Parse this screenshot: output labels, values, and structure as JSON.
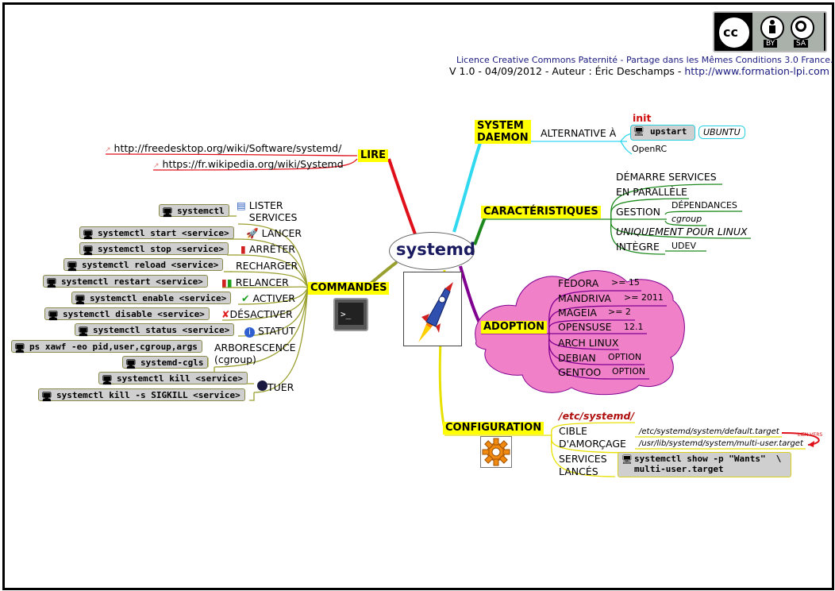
{
  "header": {
    "license_line": "Licence Creative Commons Paternité - Partage dans les Mêmes Conditions 3.0 France.",
    "version_line": "V 1.0 - 04/09/2012 - Auteur : Éric Deschamps - ",
    "version_link": "http://www.formation-lpi.com",
    "badge_by": "BY",
    "badge_sa": "SA",
    "badge_cc": "cc"
  },
  "center": {
    "title": "systemd"
  },
  "lire": {
    "label": "LIRE",
    "links": [
      "http://freedesktop.org/wiki/Software/systemd/",
      "https://fr.wikipedia.org/wiki/Systemd"
    ]
  },
  "commandes": {
    "label": "COMMANDES",
    "items": [
      {
        "cmd": "systemctl",
        "action": "LISTER\nSERVICES",
        "action_icon": "list-icon"
      },
      {
        "cmd": "systemctl start <service>",
        "action": "LANCER",
        "action_icon": "rocket-icon"
      },
      {
        "cmd": "systemctl stop <service>",
        "action": "ARRÊTER",
        "action_icon": "traffic-light-red-icon"
      },
      {
        "cmd": "systemctl reload <service>",
        "action": "RECHARGER",
        "action_icon": ""
      },
      {
        "cmd": "systemctl restart <service>",
        "action": "RELANCER",
        "action_icon": "traffic-lights-icon"
      },
      {
        "cmd": "systemctl enable <service>",
        "action": "ACTIVER",
        "action_icon": "check-icon"
      },
      {
        "cmd": "systemctl disable <service>",
        "action": "DÉSACTIVER",
        "action_icon": "cross-icon"
      },
      {
        "cmd": "systemctl status <service>",
        "action": "STATUT",
        "action_icon": "info-icon"
      },
      {
        "cmd": "ps xawf -eo pid,user,cgroup,args",
        "action": "ARBORESCENCE\n(cgroup)",
        "action_icon": ""
      },
      {
        "cmd": "systemd-cgls",
        "action": "",
        "action_icon": ""
      },
      {
        "cmd": "systemctl kill <service>",
        "action": "TUER",
        "action_icon": "bomb-icon"
      },
      {
        "cmd": "systemctl kill -s SIGKILL <service>",
        "action": "",
        "action_icon": ""
      }
    ]
  },
  "system_daemon": {
    "label_line1": "SYSTEM",
    "label_line2": "DAEMON",
    "alternative": "ALTERNATIVE À",
    "init_label": "init",
    "upstart": "upstart",
    "ubuntu": "UBUNTU",
    "openrc": "OpenRC"
  },
  "caracteristiques": {
    "label": "CARACTÉRISTIQUES",
    "demarre": "DÉMARRE SERVICES",
    "parallele": "EN PARALLÈLE",
    "gestion": "GESTION",
    "dependances": "DÉPENDANCES",
    "cgroup": "cgroup",
    "linux": "UNIQUEMENT POUR LINUX",
    "integre": "INTÈGRE",
    "udev": "UDEV"
  },
  "adoption": {
    "label": "ADOPTION",
    "distros": [
      {
        "name": "FEDORA",
        "version": ">= 15"
      },
      {
        "name": "MANDRIVA",
        "version": ">= 2011"
      },
      {
        "name": "MAGEIA",
        "version": ">= 2"
      },
      {
        "name": "OPENSUSE",
        "version": "12.1"
      },
      {
        "name": "ARCH LINUX",
        "version": ""
      },
      {
        "name": "DEBIAN",
        "version": "OPTION"
      },
      {
        "name": "GENTOO",
        "version": "OPTION"
      }
    ],
    "cloud_color": "#f080c8"
  },
  "configuration": {
    "label": "CONFIGURATION",
    "path": "/etc/systemd/",
    "cible_line1": "CIBLE",
    "cible_line2": "D'AMORÇAGE",
    "target1": "/etc/systemd/system/default.target",
    "target2": "/usr/lib/systemd/system/multi-user.target",
    "lien_vers": "LIEN VERS",
    "services_line1": "SERVICES",
    "services_line2": "LANCÉS",
    "show_cmd_line1": "systemctl show -p \"Wants\"  \\",
    "show_cmd_line2": "multi-user.target"
  },
  "colors": {
    "lire": "#e0101a",
    "commandes": "#9aa030",
    "system_daemon": "#30d8f0",
    "caracteristiques": "#1e8a1e",
    "adoption": "#800090",
    "configuration": "#e8e000",
    "highlight": "#ffff00",
    "header_blue": "#1a1a80"
  }
}
